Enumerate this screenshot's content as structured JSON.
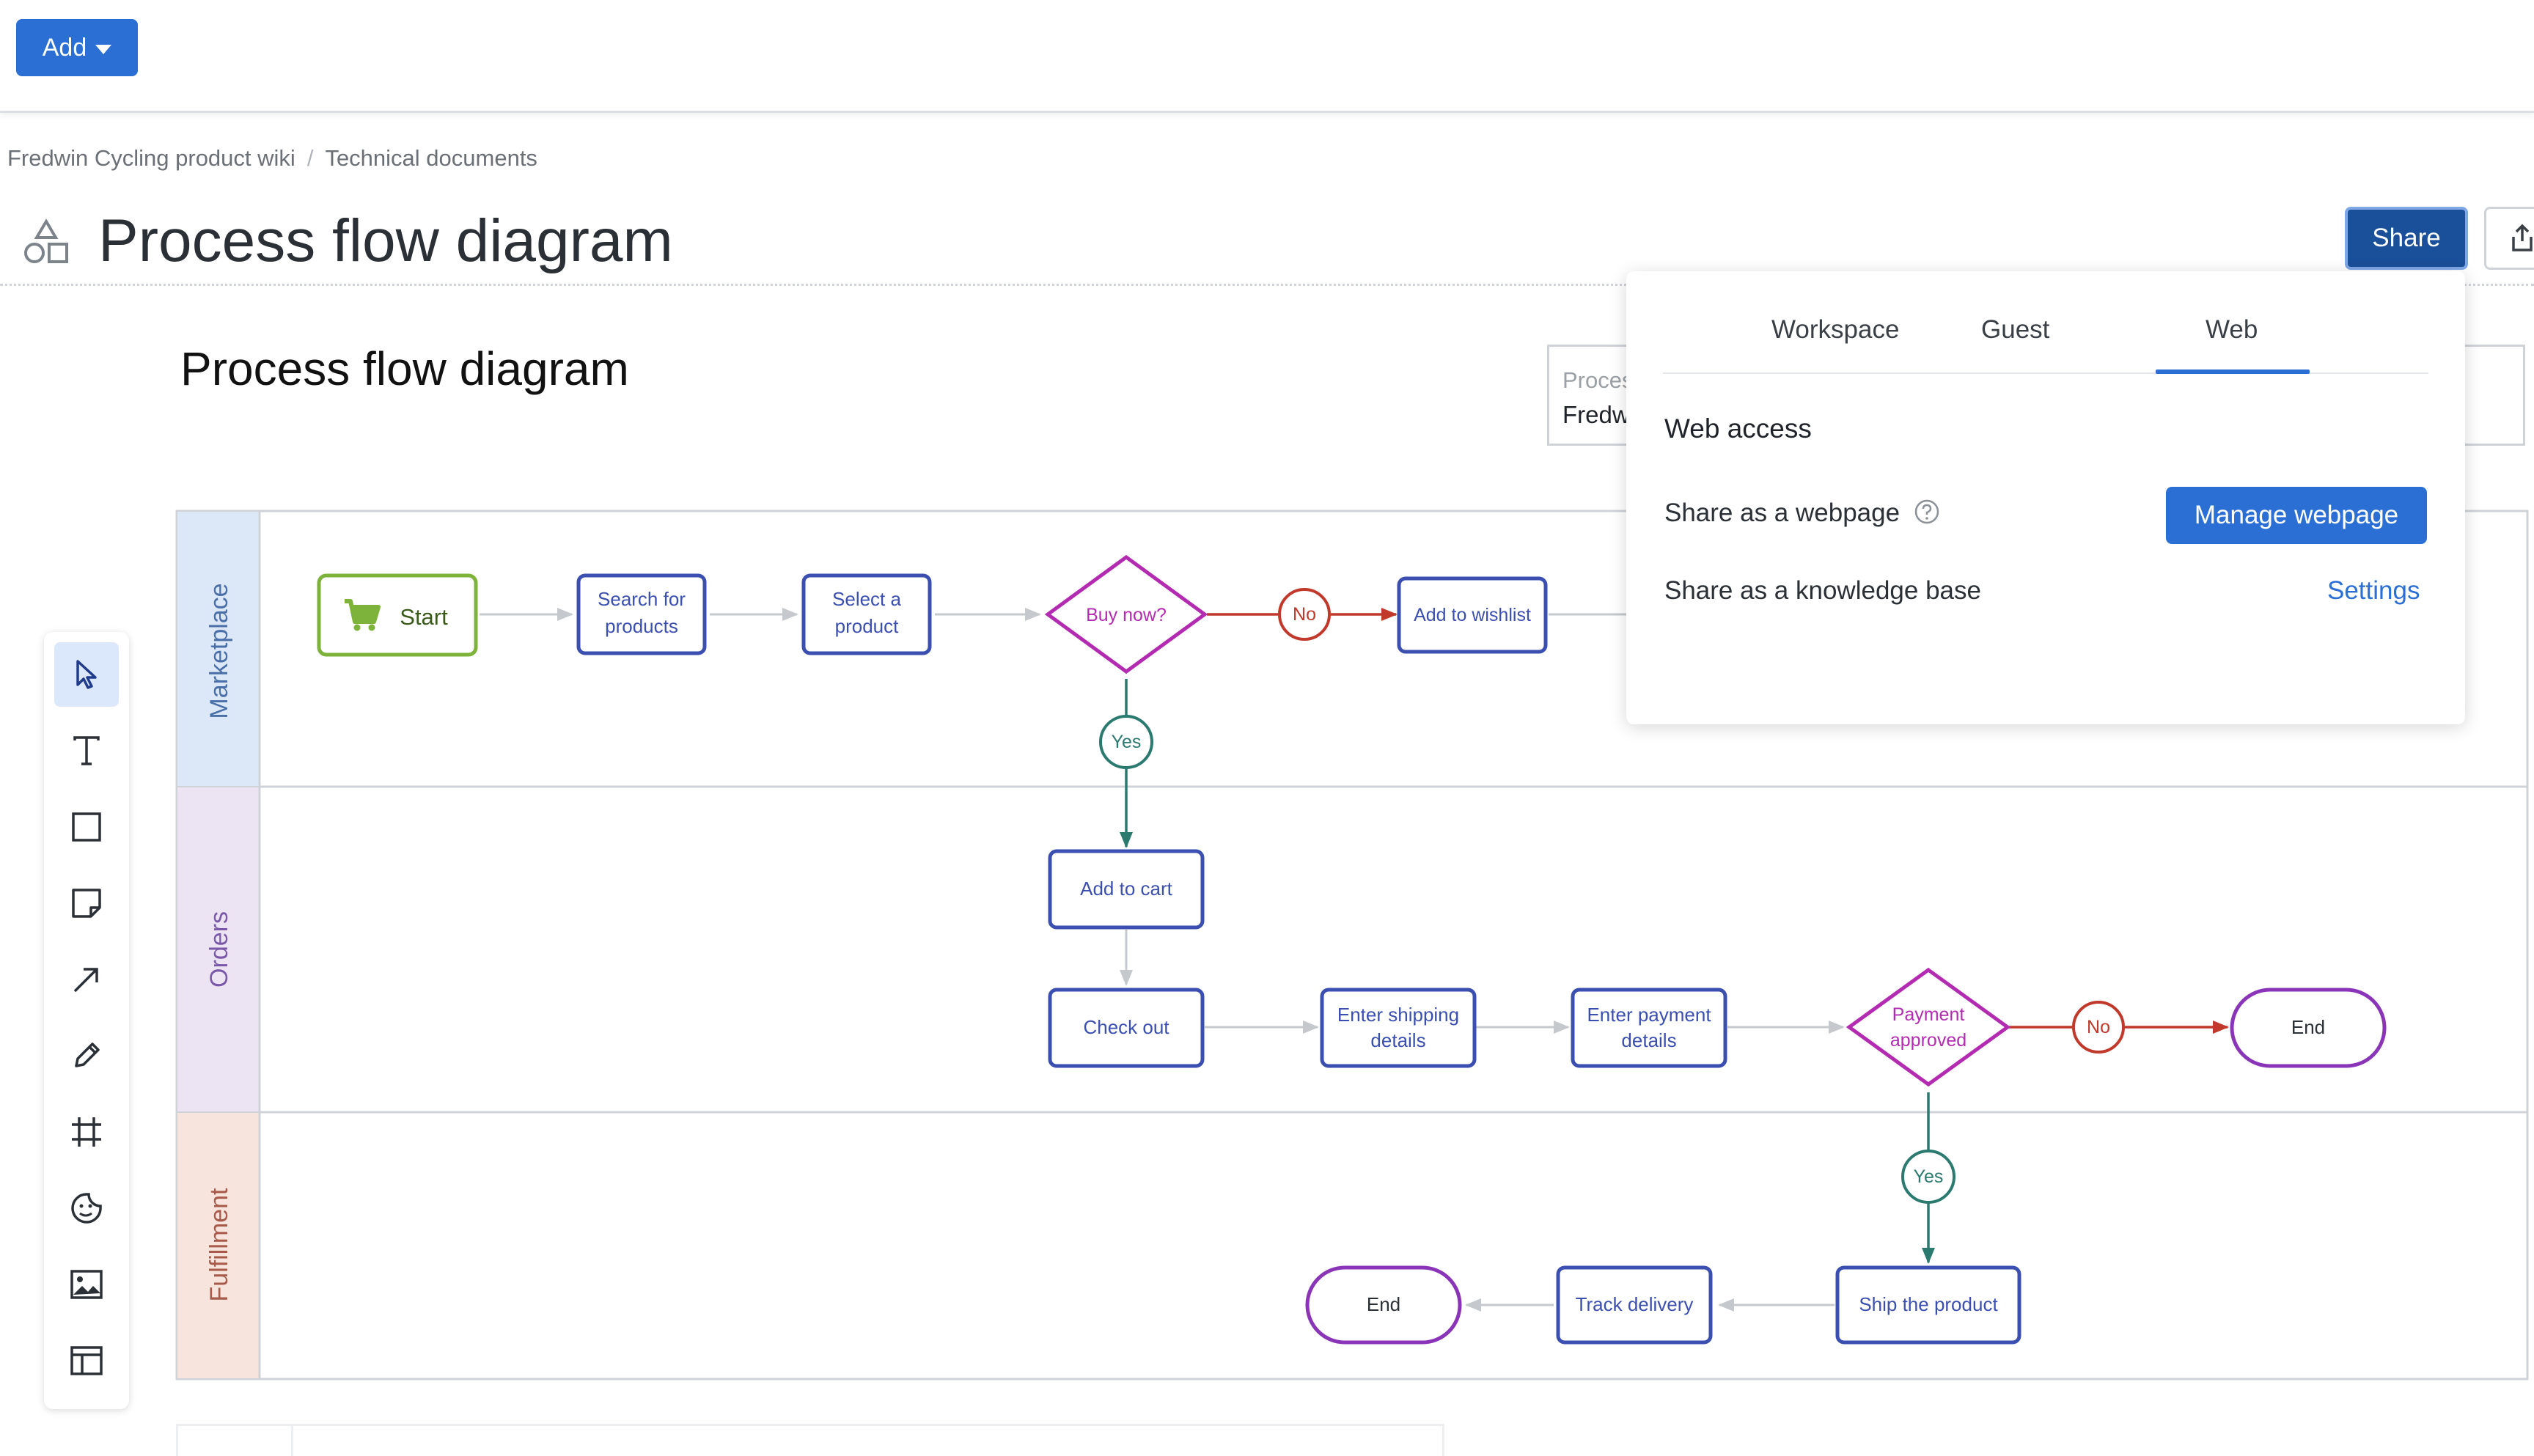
{
  "topbar": {
    "add_label": "Add"
  },
  "breadcrumb": [
    "Fredwin Cycling product wiki",
    "Technical documents"
  ],
  "page": {
    "title": "Process flow diagram",
    "share_label": "Share"
  },
  "document": {
    "title": "Process flow diagram",
    "info_label": "Proces",
    "info_value": "Fredw"
  },
  "toolbar": {
    "tools": [
      "select-tool",
      "text-tool",
      "shape-tool",
      "sticky-note-tool",
      "connector-tool",
      "pen-tool",
      "frame-tool",
      "sticker-tool",
      "image-tool",
      "template-tool"
    ]
  },
  "diagram": {
    "lanes": [
      "Marketplace",
      "Orders",
      "Fulfillment"
    ],
    "lane_colors": [
      "#dce8f7",
      "#ece3f3",
      "#f7e4dc"
    ],
    "lane_text_colors": [
      "#4a6fa8",
      "#7a58a8",
      "#a85a4a"
    ],
    "start": "Start",
    "search": [
      "Search for",
      "products"
    ],
    "select": [
      "Select a",
      "product"
    ],
    "buy_now": "Buy now?",
    "no_1": "No",
    "wishlist": "Add to wishlist",
    "yes_1": "Yes",
    "add_to_cart": "Add to cart",
    "check_out": "Check out",
    "shipping": [
      "Enter shipping",
      "details"
    ],
    "payment_details": [
      "Enter payment",
      "details"
    ],
    "payment_approved": [
      "Payment",
      "approved"
    ],
    "no_2": "No",
    "end_1": "End",
    "yes_2": "Yes",
    "ship": "Ship the product",
    "track": "Track delivery",
    "end_2": "End"
  },
  "share_popover": {
    "tabs": [
      "Workspace",
      "Guest",
      "Web"
    ],
    "active_tab": "Web",
    "section_title": "Web access",
    "row1_label": "Share as a webpage",
    "manage_button": "Manage webpage",
    "row2_label": "Share as a knowledge base",
    "settings_link": "Settings"
  },
  "colors": {
    "accent": "#2b6fd4",
    "process_border": "#3b4fb0",
    "decision": "#b22bb0",
    "yes": "#2a7a70",
    "no": "#c0392b",
    "start": "#7db33a",
    "end": "#8a35b8"
  }
}
